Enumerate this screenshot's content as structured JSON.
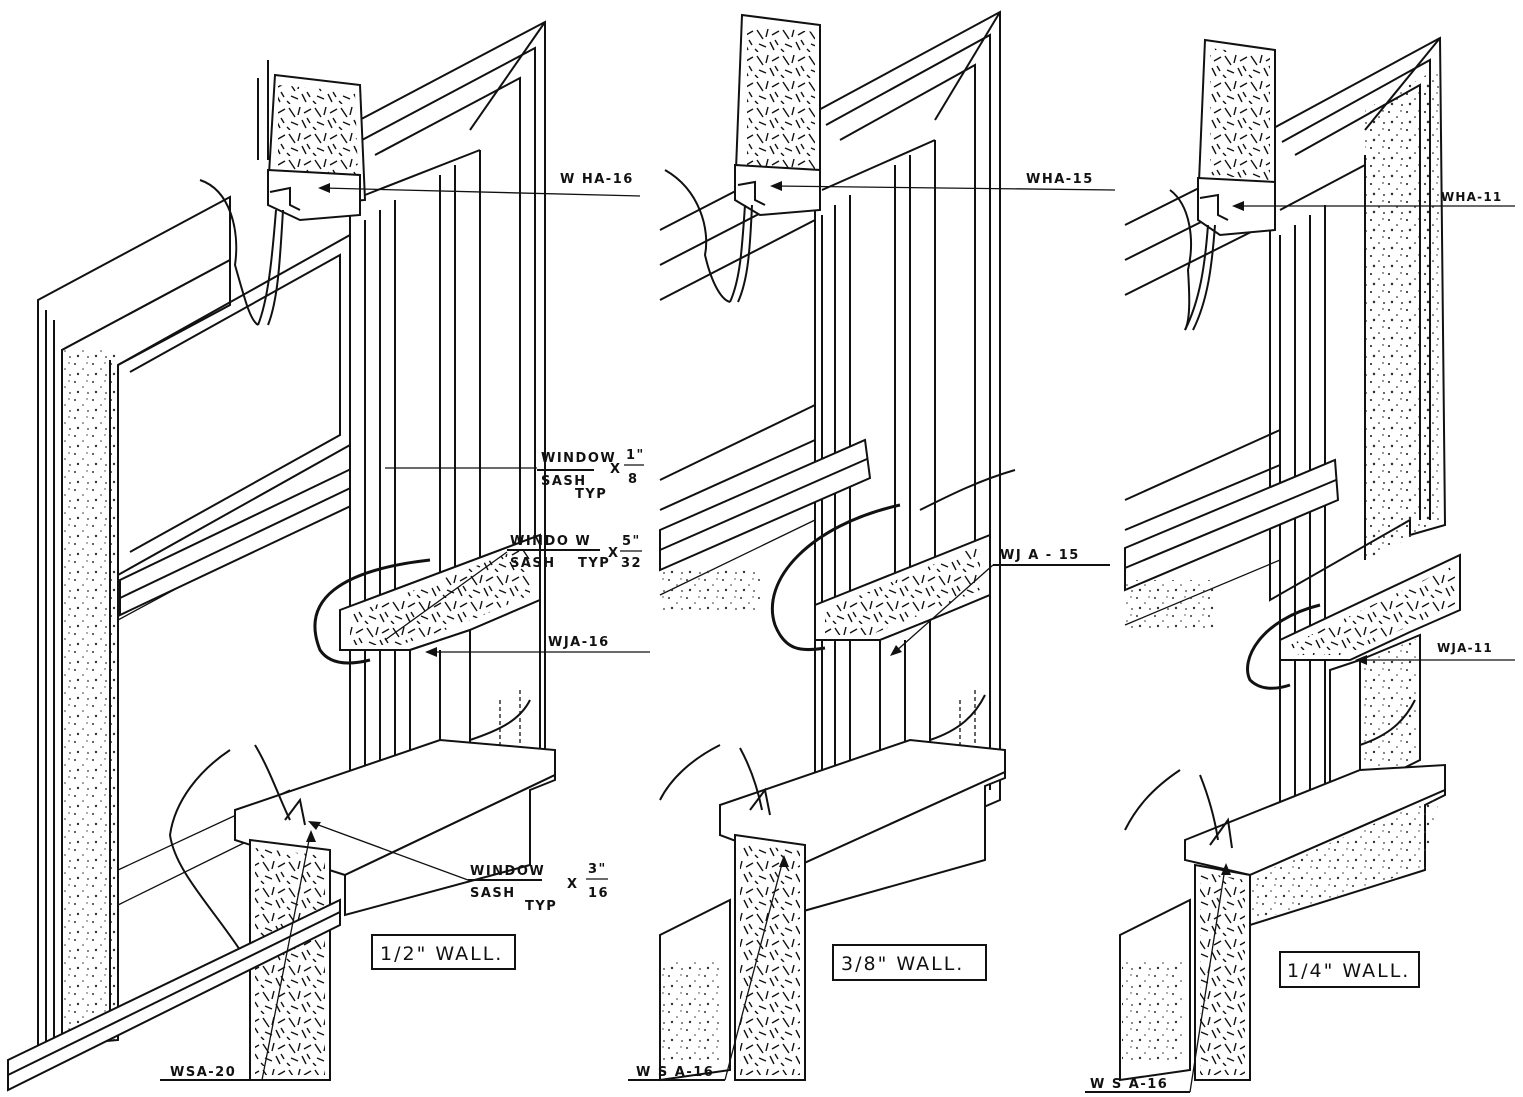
{
  "panels": [
    {
      "id": "half-inch",
      "wall_label": "1/2\" WALL.",
      "head_callout": "W HA-16",
      "jamb_callout": "WJA-16",
      "sill_callout": "WSA-20",
      "notes": {
        "upper": {
          "line1": "WINDOW",
          "line2": "SASH",
          "line3": "TYP",
          "times": "X",
          "num": "1\"",
          "den": "8"
        },
        "middle": {
          "line1": "WINDO W",
          "line2": "SASH",
          "line3": "TYP",
          "times": "X",
          "num": "5\"",
          "den": "32"
        },
        "lower": {
          "line1": "WINDOW",
          "line2": "SASH",
          "line3": "TYP",
          "times": "X",
          "num": "3\"",
          "den": "16"
        }
      }
    },
    {
      "id": "three-eighths-inch",
      "wall_label": "3/8\" WALL.",
      "head_callout": "WHA-15",
      "jamb_callout": "WJ A - 15",
      "sill_callout": "W S A-16"
    },
    {
      "id": "quarter-inch",
      "wall_label": "1/4\" WALL.",
      "head_callout": "WHA-11",
      "jamb_callout": "WJA-11",
      "sill_callout": "W S A-16"
    }
  ]
}
